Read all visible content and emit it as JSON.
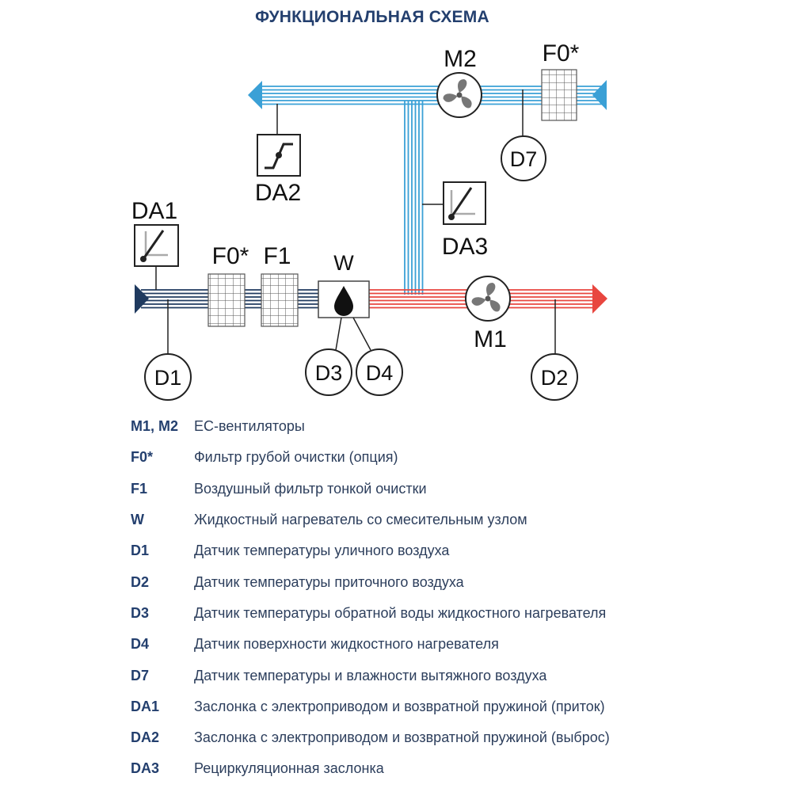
{
  "title": "ФУНКЦИОНАЛЬНАЯ СХЕМА",
  "colors": {
    "supply": "#1f3a5f",
    "exhaust": "#3aa0d6",
    "hot": "#e8463f",
    "title": "#233f6e"
  },
  "labels": {
    "m1": "M1",
    "m2": "M2",
    "f0_top": "F0*",
    "f0_bottom": "F0*",
    "f1": "F1",
    "w": "W",
    "da1": "DA1",
    "da2": "DA2",
    "da3": "DA3",
    "d1": "D1",
    "d2": "D2",
    "d3": "D3",
    "d4": "D4",
    "d7": "D7"
  },
  "legend": [
    {
      "code": "M1, M2",
      "desc": "ЕС-вентиляторы"
    },
    {
      "code": "F0*",
      "desc": "Фильтр грубой очистки (опция)"
    },
    {
      "code": "F1",
      "desc": "Воздушный фильтр тонкой очистки"
    },
    {
      "code": "W",
      "desc": "Жидкостный нагреватель со смесительным узлом"
    },
    {
      "code": "D1",
      "desc": "Датчик температуры уличного воздуха"
    },
    {
      "code": "D2",
      "desc": "Датчик температуры приточного воздуха"
    },
    {
      "code": "D3",
      "desc": "Датчик температуры обратной воды жидкостного нагревателя"
    },
    {
      "code": "D4",
      "desc": "Датчик поверхности жидкостного нагревателя"
    },
    {
      "code": "D7",
      "desc": "Датчик температуры и влажности вытяжного воздуха"
    },
    {
      "code": "DA1",
      "desc": "Заслонка с электроприводом и возвратной пружиной (приток)"
    },
    {
      "code": "DA2",
      "desc": "Заслонка с электроприводом и возвратной пружиной (выброс)"
    },
    {
      "code": "DA3",
      "desc": "Рециркуляционная заслонка"
    }
  ]
}
